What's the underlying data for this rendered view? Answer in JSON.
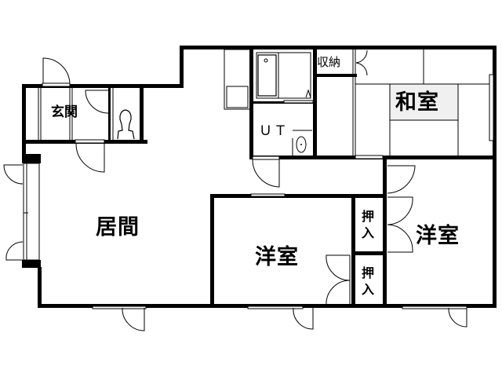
{
  "plan": {
    "rooms": {
      "living": {
        "label": "居間"
      },
      "entrance": {
        "label": "玄関"
      },
      "washroom": {
        "label": "ＵＴ"
      },
      "storage": {
        "label": "収納"
      },
      "japanese_room": {
        "label": "和室"
      },
      "western_room_center": {
        "label": "洋室"
      },
      "western_room_right": {
        "label": "洋室"
      },
      "closet_upper": {
        "label": "押入"
      },
      "closet_lower": {
        "label": "押入"
      }
    },
    "colors": {
      "wall": "#000000",
      "background": "#ffffff",
      "tatami_center": "#f0f0f0"
    }
  }
}
